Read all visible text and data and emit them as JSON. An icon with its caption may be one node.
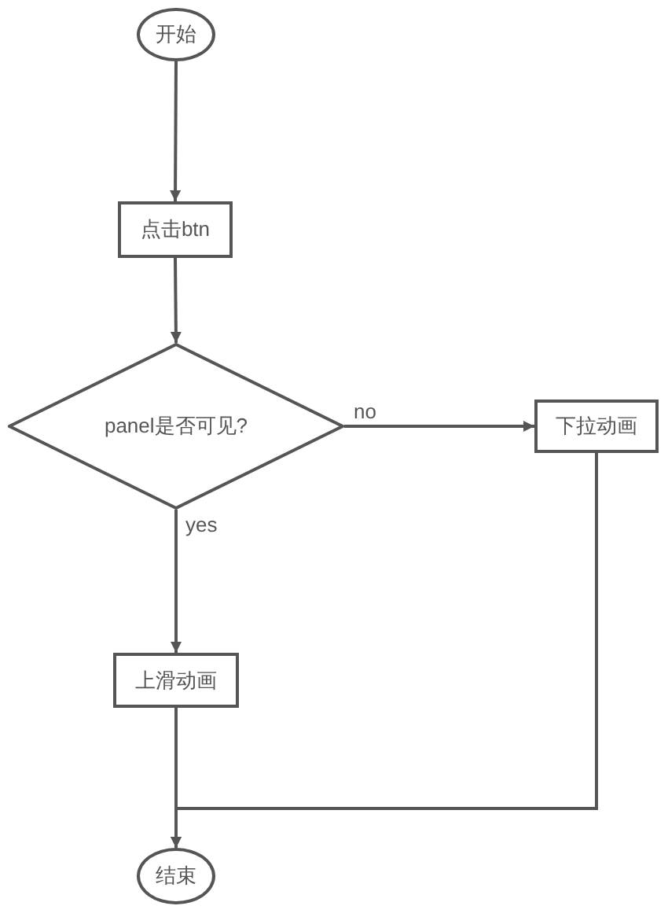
{
  "diagram": {
    "nodes": [
      {
        "text": [
          "开始"
        ]
      },
      {
        "text": [
          "点击btn"
        ]
      },
      {
        "text": [
          "panel是否可见?"
        ]
      },
      {
        "text": [
          "下拉动画"
        ]
      },
      {
        "text": [
          "上滑动画"
        ]
      },
      {
        "text": [
          "结束"
        ]
      }
    ],
    "edges": [
      {
        "from": 0,
        "to": 1,
        "arrow": "to"
      },
      {
        "from": 1,
        "to": 2,
        "arrow": "to"
      },
      {
        "from": 2,
        "to": 3,
        "arrow": "to",
        "label": "no"
      },
      {
        "from": 2,
        "to": 4,
        "arrow": "to",
        "label": "yes"
      },
      {
        "from": 4,
        "to": 5,
        "arrow": "to"
      },
      {
        "from": 3,
        "to": 5,
        "arrow": "to"
      }
    ]
  }
}
